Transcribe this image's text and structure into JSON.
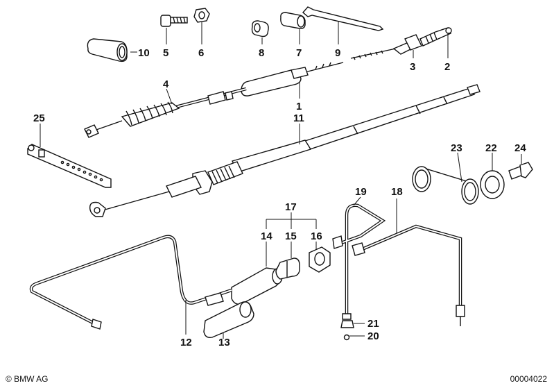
{
  "diagram": {
    "parts": [
      {
        "id": "p1",
        "number": "1"
      },
      {
        "id": "p2",
        "number": "2"
      },
      {
        "id": "p3",
        "number": "3"
      },
      {
        "id": "p4",
        "number": "4"
      },
      {
        "id": "p5",
        "number": "5"
      },
      {
        "id": "p6",
        "number": "6"
      },
      {
        "id": "p7",
        "number": "7"
      },
      {
        "id": "p8",
        "number": "8"
      },
      {
        "id": "p9",
        "number": "9"
      },
      {
        "id": "p10",
        "number": "10"
      },
      {
        "id": "p11",
        "number": "11"
      },
      {
        "id": "p12",
        "number": "12"
      },
      {
        "id": "p13",
        "number": "13"
      },
      {
        "id": "p14",
        "number": "14"
      },
      {
        "id": "p15",
        "number": "15"
      },
      {
        "id": "p16",
        "number": "16"
      },
      {
        "id": "p17",
        "number": "17"
      },
      {
        "id": "p18",
        "number": "18"
      },
      {
        "id": "p19",
        "number": "19"
      },
      {
        "id": "p20",
        "number": "20"
      },
      {
        "id": "p21",
        "number": "21"
      },
      {
        "id": "p22",
        "number": "22"
      },
      {
        "id": "p23",
        "number": "23"
      },
      {
        "id": "p24",
        "number": "24"
      },
      {
        "id": "p25",
        "number": "25"
      }
    ]
  },
  "footer": {
    "copyright": "© BMW AG",
    "doc_number": "00004022"
  },
  "colors": {
    "line": "#111111",
    "background": "#ffffff"
  }
}
